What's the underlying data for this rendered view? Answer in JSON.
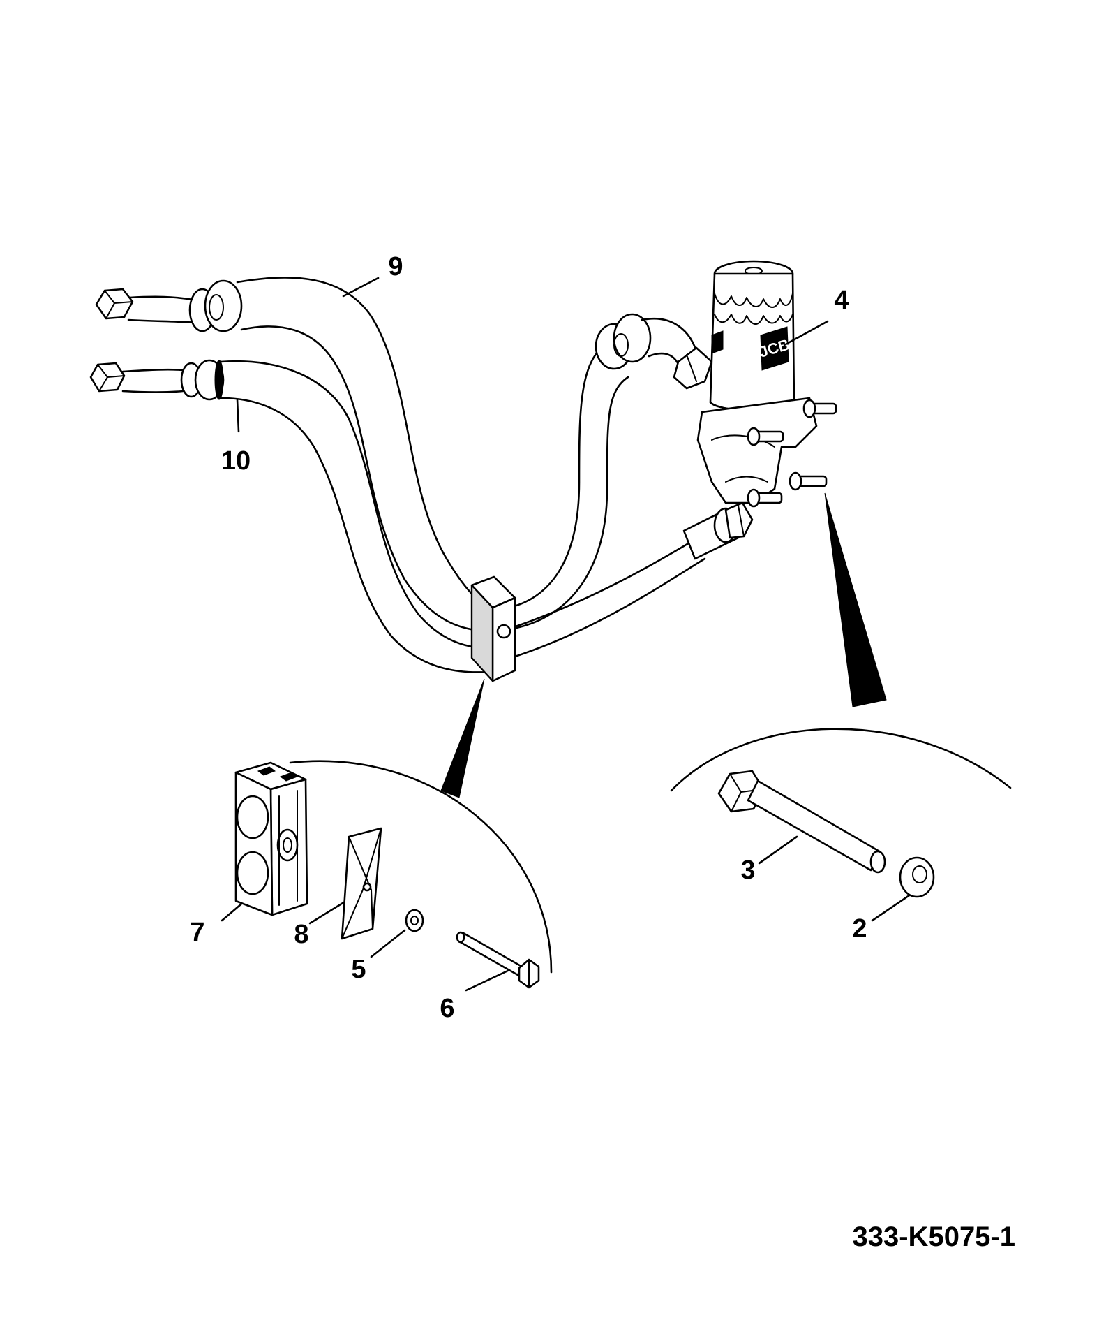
{
  "diagram": {
    "type": "exploded parts diagram",
    "drawing_number": "333-K5075-1",
    "callouts": [
      {
        "id": "1-1",
        "label": "9",
        "part": "hose (upper)"
      },
      {
        "id": "1-2",
        "label": "10",
        "part": "hose (lower)"
      },
      {
        "id": "1-3",
        "label": "4",
        "part": "filter"
      },
      {
        "id": "1-4",
        "label": "7",
        "part": "clamp block"
      },
      {
        "id": "1-5",
        "label": "8",
        "part": "clamp plate"
      },
      {
        "id": "1-6",
        "label": "5",
        "part": "washer (small)"
      },
      {
        "id": "1-7",
        "label": "6",
        "part": "bolt (small)"
      },
      {
        "id": "1-8",
        "label": "3",
        "part": "bolt (large)"
      },
      {
        "id": "1-9",
        "label": "2",
        "part": "washer (large)"
      }
    ]
  }
}
